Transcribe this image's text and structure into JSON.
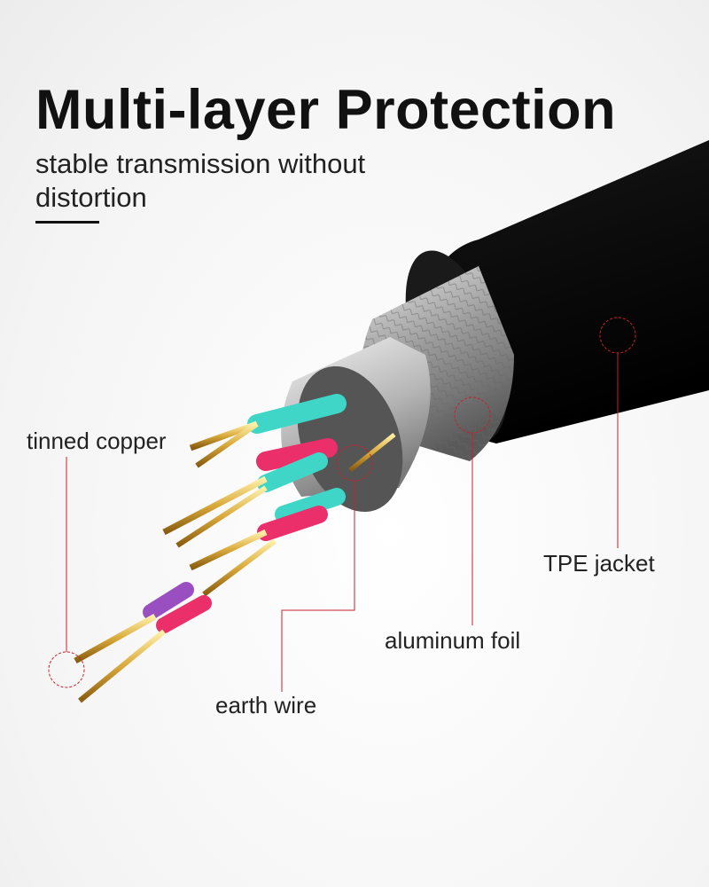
{
  "header": {
    "title": "Multi-layer Protection",
    "subtitle": "stable transmission without distortion"
  },
  "labels": {
    "tinned_copper": "tinned copper",
    "earth_wire": "earth wire",
    "aluminum_foil": "aluminum foil",
    "tpe_jacket": "TPE jacket"
  },
  "colors": {
    "callout": "#c8202a",
    "jacket": "#0b0b0b",
    "copper": "#d9a93a"
  }
}
